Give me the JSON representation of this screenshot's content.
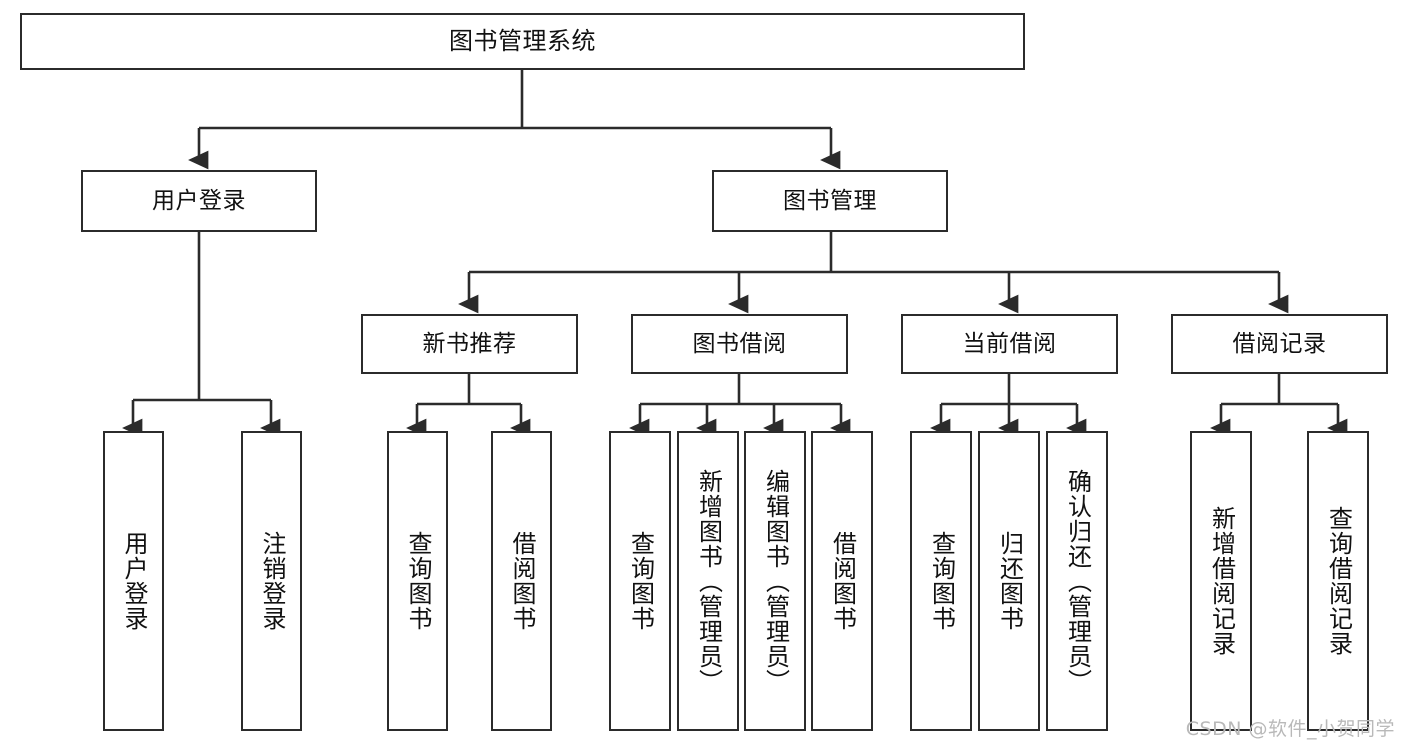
{
  "diagram": {
    "title": "图书管理系统",
    "type": "tree-hierarchy-diagram",
    "watermark": "CSDN @软件_小贺同学",
    "colors": {
      "background": "#ffffff",
      "box_border": "#2b2b2b",
      "box_fill": "#ffffff",
      "connector": "#2b2b2b",
      "text": "#111111",
      "watermark": "#b9b9b9"
    },
    "root": {
      "label": "图书管理系统"
    },
    "level1": [
      {
        "label": "用户登录"
      },
      {
        "label": "图书管理"
      }
    ],
    "level2": [
      {
        "label": "新书推荐"
      },
      {
        "label": "图书借阅"
      },
      {
        "label": "当前借阅"
      },
      {
        "label": "借阅记录"
      }
    ],
    "leaves": {
      "user_login": [
        {
          "label": "用户登录"
        },
        {
          "label": "注销登录"
        }
      ],
      "new_book": [
        {
          "label": "查询图书"
        },
        {
          "label": "借阅图书"
        }
      ],
      "book_borrow": [
        {
          "label": "查询图书"
        },
        {
          "label": "新增图书（管理员）"
        },
        {
          "label": "编辑图书（管理员）"
        },
        {
          "label": "借阅图书"
        }
      ],
      "current_borrow": [
        {
          "label": "查询图书"
        },
        {
          "label": "归还图书"
        },
        {
          "label": "确认归还（管理员）"
        }
      ],
      "borrow_record": [
        {
          "label": "新增借阅记录"
        },
        {
          "label": "查询借阅记录"
        }
      ]
    }
  }
}
